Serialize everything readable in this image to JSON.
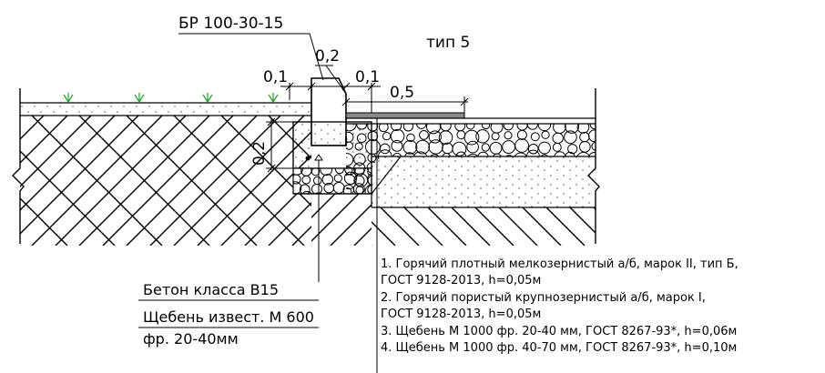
{
  "title": "БР 100-30-15",
  "type_label": "тип 5",
  "dims": {
    "d1": "0,1",
    "d2": "0,2",
    "d3": "0,1",
    "d4": "0,5",
    "d5": "0,2"
  },
  "left_notes": [
    "Бетон класса В15",
    "Щебень извест. М 600",
    "фр. 20-40мм"
  ],
  "layers": [
    "1. Горячий плотный мелкозернистый а/б, марок II, тип Б,",
    "ГОСТ 9128-2013, h=0,05м",
    "2. Горячий пористый крупнозернистый а/б, марок I,",
    "ГОСТ 9128-2013, h=0,05м",
    "3. Щебень М 1000 фр. 20-40 мм, ГОСТ 8267-93*, h=0,06м",
    "4. Щебень М 1000 фр. 40-70 мм, ГОСТ 8267-93*, h=0,10м"
  ],
  "colors": {
    "line": "#000000",
    "grass": "#1fa52a",
    "asphalt": "#8a8a8a"
  }
}
